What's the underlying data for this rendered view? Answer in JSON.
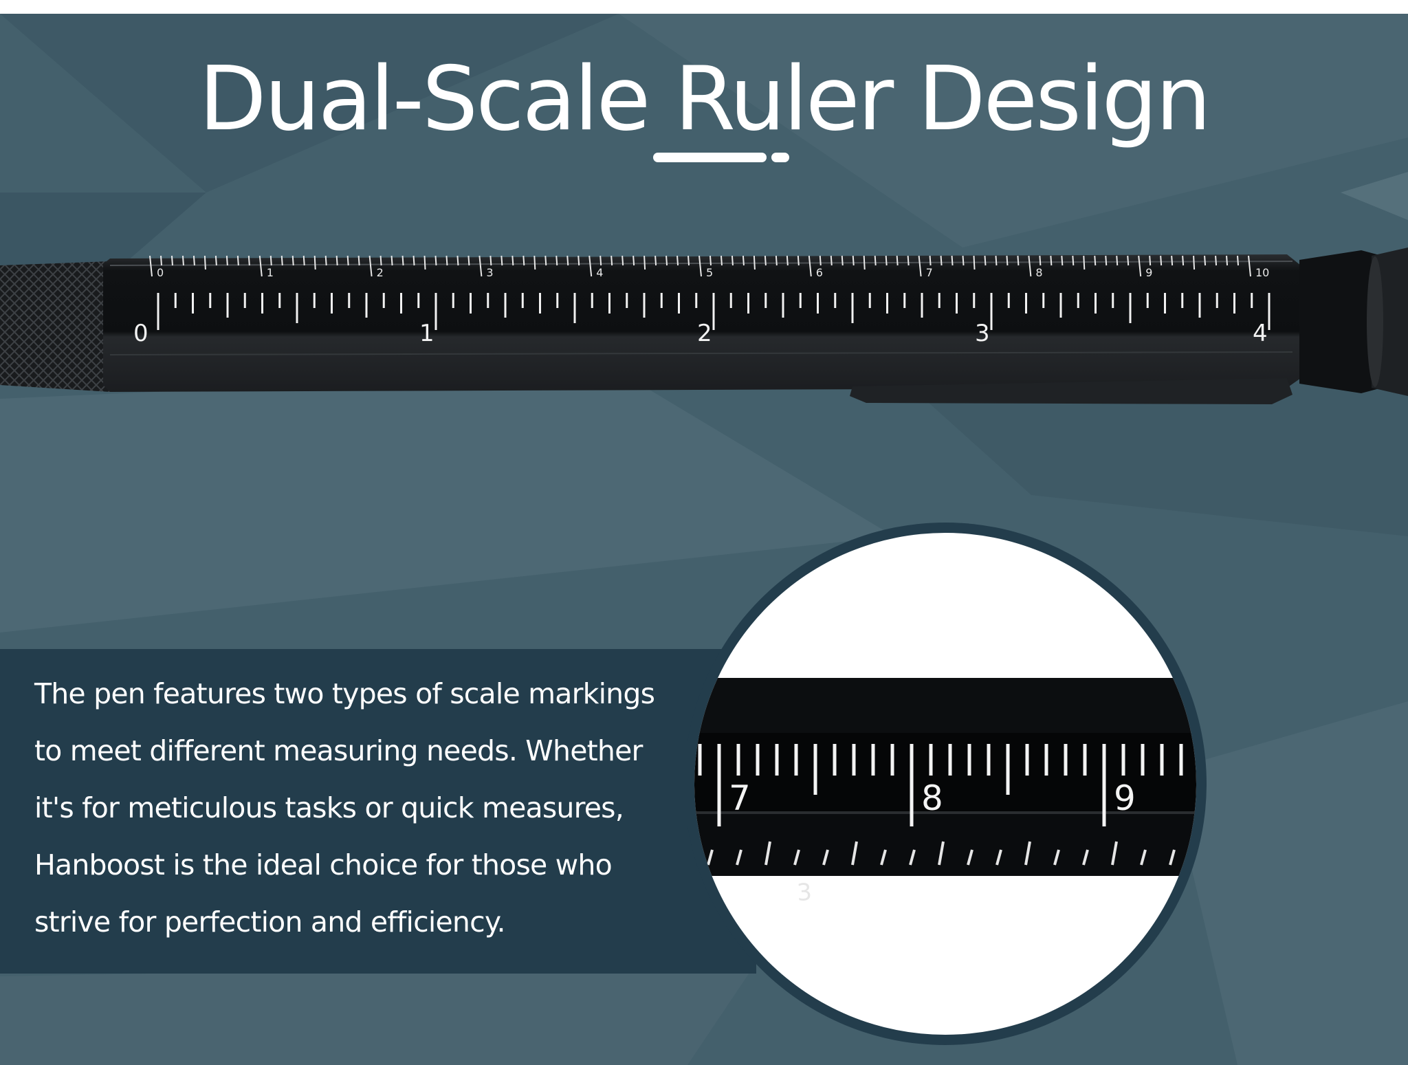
{
  "heading": {
    "title": "Dual-Scale Ruler Design"
  },
  "pen": {
    "scale_cm_labels": [
      "0",
      "1",
      "2",
      "3",
      "4",
      "5",
      "6",
      "7",
      "8",
      "9",
      "10"
    ],
    "scale_inch_labels": [
      "0",
      "1",
      "2",
      "3",
      "4"
    ]
  },
  "zoom_detail": {
    "scale_labels": [
      "7",
      "8",
      "9"
    ],
    "lower_label": "3"
  },
  "description": {
    "text": "The pen features two types of scale markings to meet different measuring needs. Whether it's for meticulous tasks or quick measures, Hanboost is the ideal choice for those who strive for perfection and efficiency."
  },
  "colors": {
    "background": "#44606c",
    "panel": "#233d4c",
    "pen_body": "#121416",
    "text": "#ffffff"
  }
}
